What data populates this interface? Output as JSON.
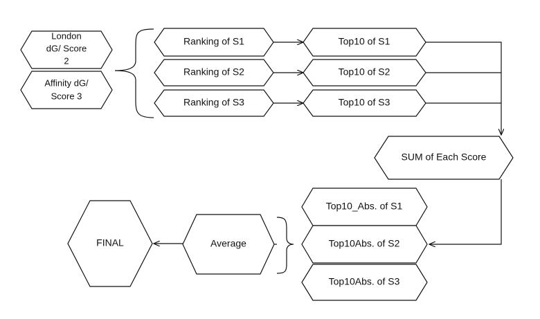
{
  "nodes": {
    "london": [
      "London",
      "dG/ Score",
      "2"
    ],
    "affinity": [
      "Affinity dG/",
      "Score 3"
    ],
    "ranking_s1": "Ranking of S1",
    "ranking_s2": "Ranking of S2",
    "ranking_s3": "Ranking of S3",
    "top10_s1": "Top10 of S1",
    "top10_s2": "Top10 of S2",
    "top10_s3": "Top10 of S3",
    "sum": "SUM of Each Score",
    "top10abs_s1": "Top10_Abs. of S1",
    "top10abs_s2": "Top10Abs. of S2",
    "top10abs_s3": "Top10Abs. of S3",
    "average": "Average",
    "final": "FINAL"
  }
}
